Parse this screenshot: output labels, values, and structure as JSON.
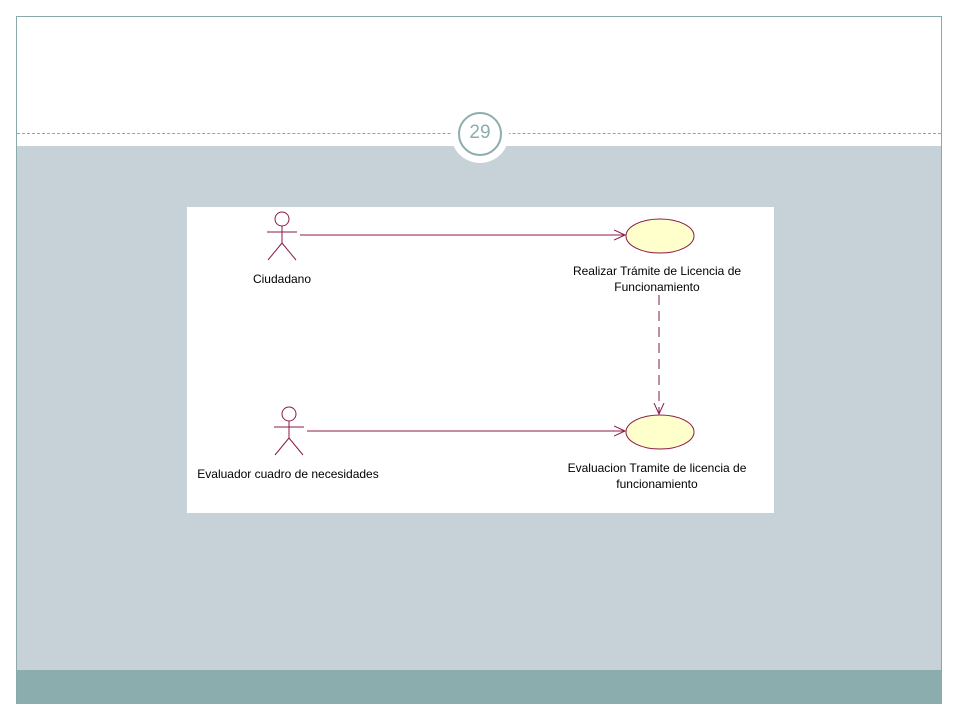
{
  "slide": {
    "number": "29"
  },
  "diagram": {
    "actors": [
      {
        "label": "Ciudadano"
      },
      {
        "label": "Evaluador cuadro de necesidades"
      }
    ],
    "use_cases": [
      {
        "label_line1": "Realizar Trámite de Licencia de",
        "label_line2": "Funcionamiento"
      },
      {
        "label_line1": "Evaluacion Tramite de licencia de",
        "label_line2": "funcionamiento"
      }
    ],
    "colors": {
      "line": "#8b1a4a",
      "use_case_fill": "#ffffcc",
      "accent": "#8cadad",
      "content_background": "#c6d2d8"
    }
  }
}
